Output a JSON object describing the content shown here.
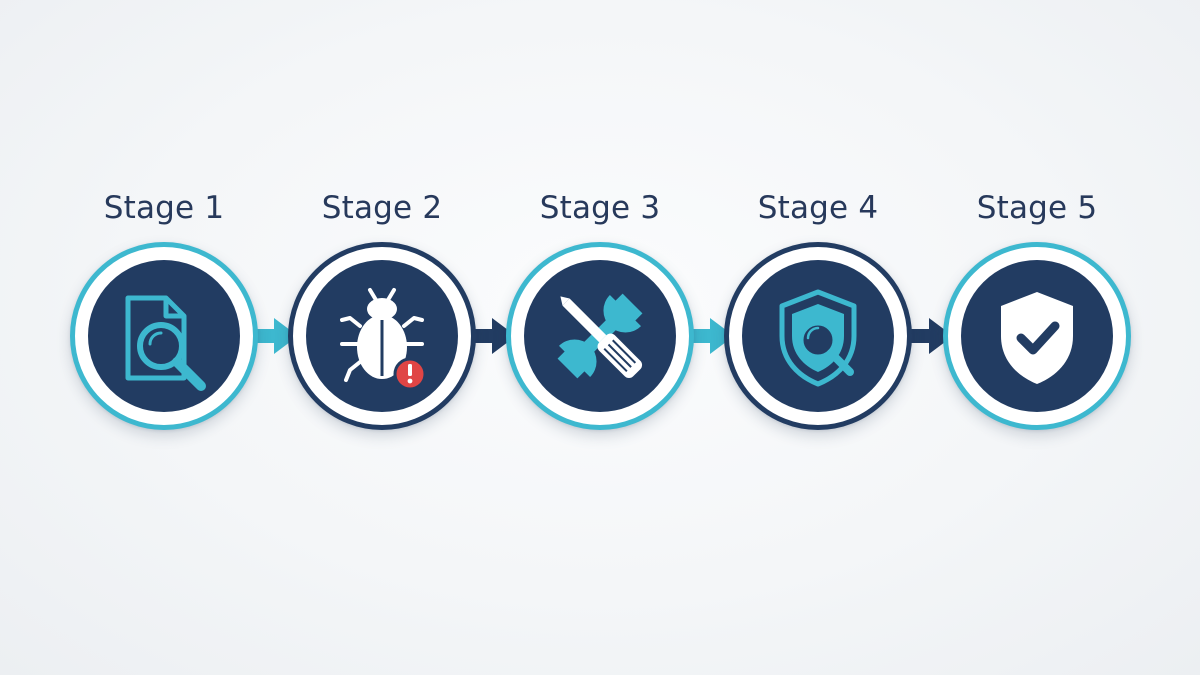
{
  "colors": {
    "navy": "#223c62",
    "teal": "#3db8cf",
    "label": "#27395b",
    "alert_red": "#e04545"
  },
  "stages": [
    {
      "label": "Stage 1",
      "icon": "document-search-icon",
      "ring_color": "teal"
    },
    {
      "label": "Stage 2",
      "icon": "bug-alert-icon",
      "ring_color": "navy"
    },
    {
      "label": "Stage 3",
      "icon": "wrench-screwdriver-icon",
      "ring_color": "teal"
    },
    {
      "label": "Stage 4",
      "icon": "shield-search-icon",
      "ring_color": "navy"
    },
    {
      "label": "Stage 5",
      "icon": "shield-check-icon",
      "ring_color": "teal"
    }
  ],
  "connectors": [
    {
      "from": "Stage 1",
      "to": "Stage 2",
      "color": "teal"
    },
    {
      "from": "Stage 2",
      "to": "Stage 3",
      "color": "navy"
    },
    {
      "from": "Stage 3",
      "to": "Stage 4",
      "color": "teal"
    },
    {
      "from": "Stage 4",
      "to": "Stage 5",
      "color": "navy"
    }
  ]
}
